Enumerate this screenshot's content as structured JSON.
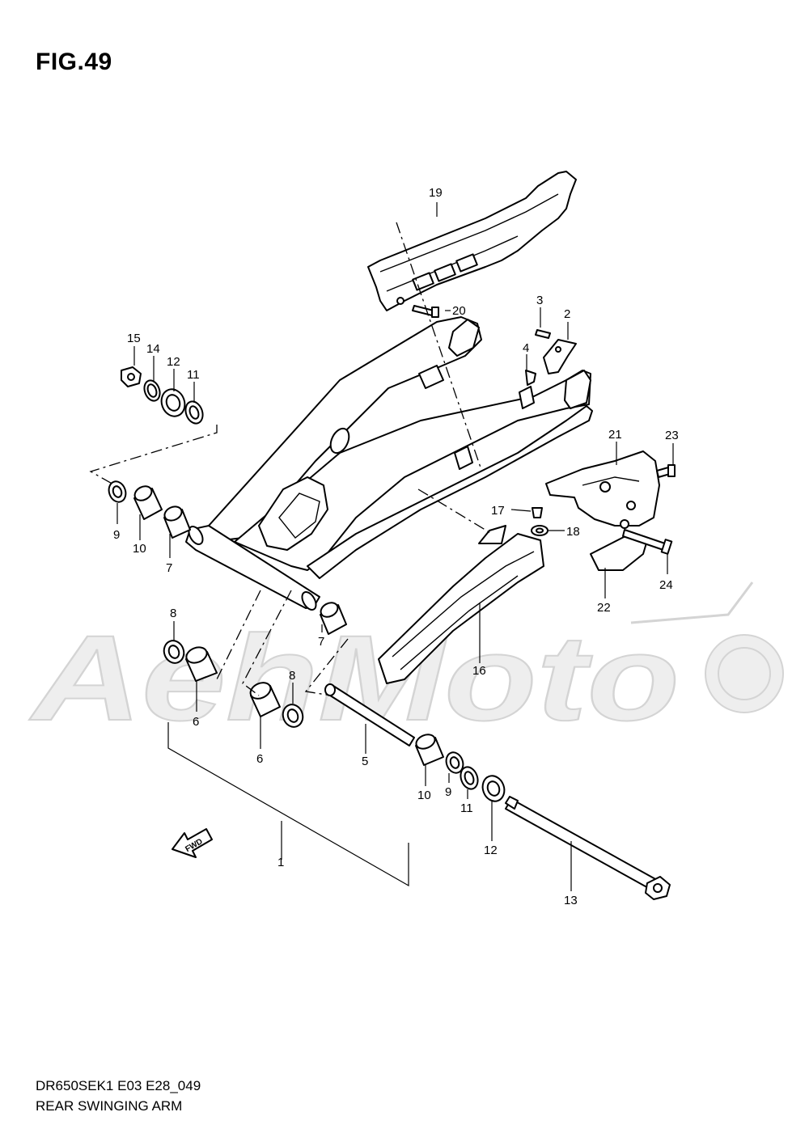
{
  "figure": {
    "title": "FIG.49",
    "model_code": "DR650SEK1 E03 E28_049",
    "name": "REAR SWINGING ARM"
  },
  "fwd_arrow": {
    "label": "FWD"
  },
  "watermark": {
    "text": "AehMoto"
  },
  "callouts": [
    {
      "id": "c1",
      "text": "1"
    },
    {
      "id": "c2",
      "text": "2"
    },
    {
      "id": "c3",
      "text": "3"
    },
    {
      "id": "c4",
      "text": "4"
    },
    {
      "id": "c5",
      "text": "5"
    },
    {
      "id": "c6a",
      "text": "6"
    },
    {
      "id": "c6b",
      "text": "6"
    },
    {
      "id": "c7a",
      "text": "7"
    },
    {
      "id": "c7b",
      "text": "7"
    },
    {
      "id": "c8a",
      "text": "8"
    },
    {
      "id": "c8b",
      "text": "8"
    },
    {
      "id": "c9a",
      "text": "9"
    },
    {
      "id": "c9b",
      "text": "9"
    },
    {
      "id": "c10a",
      "text": "10"
    },
    {
      "id": "c10b",
      "text": "10"
    },
    {
      "id": "c11a",
      "text": "11"
    },
    {
      "id": "c11b",
      "text": "11"
    },
    {
      "id": "c12a",
      "text": "12"
    },
    {
      "id": "c12b",
      "text": "12"
    },
    {
      "id": "c13",
      "text": "13"
    },
    {
      "id": "c14",
      "text": "14"
    },
    {
      "id": "c15",
      "text": "15"
    },
    {
      "id": "c16",
      "text": "16"
    },
    {
      "id": "c17",
      "text": "17"
    },
    {
      "id": "c18",
      "text": "18"
    },
    {
      "id": "c19",
      "text": "19"
    },
    {
      "id": "c20",
      "text": "20"
    },
    {
      "id": "c21",
      "text": "21"
    },
    {
      "id": "c22",
      "text": "22"
    },
    {
      "id": "c23",
      "text": "23"
    },
    {
      "id": "c24",
      "text": "24"
    }
  ]
}
